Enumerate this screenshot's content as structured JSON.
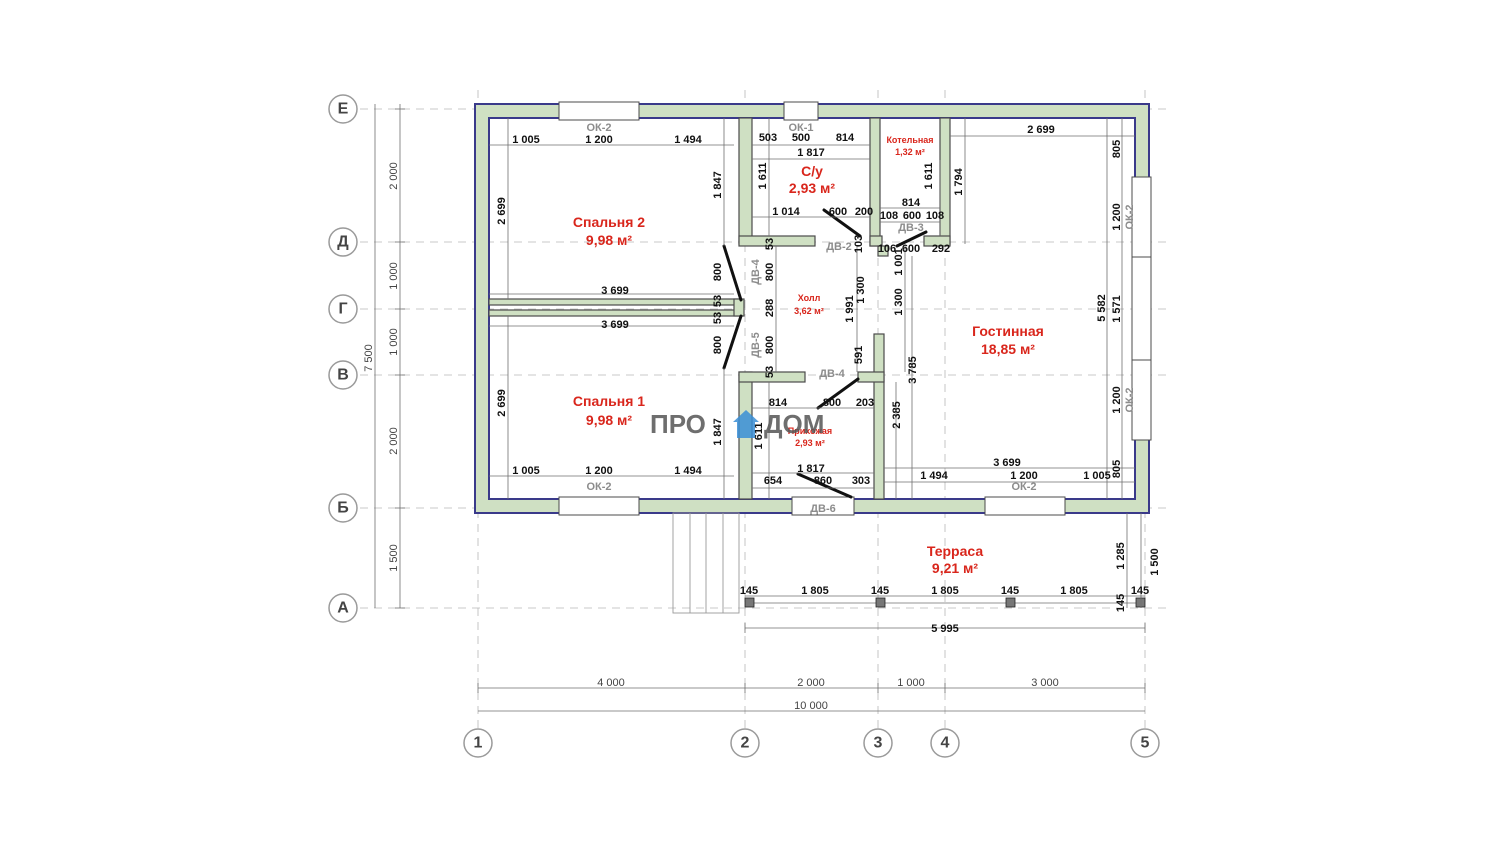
{
  "axes": {
    "rows": [
      "Е",
      "Д",
      "Г",
      "В",
      "Б",
      "А"
    ],
    "cols": [
      "1",
      "2",
      "3",
      "4",
      "5"
    ]
  },
  "rooms": {
    "bedroom2": {
      "name": "Спальня 2",
      "area": "9,98 м²"
    },
    "bedroom1": {
      "name": "Спальня 1",
      "area": "9,98 м²"
    },
    "bathroom_top": {
      "name": "С/у",
      "area": "2,93 м²"
    },
    "boiler": {
      "name": "Котельная",
      "area": "1,32 м²"
    },
    "hall": {
      "name": "Холл",
      "area": "3,62 м²"
    },
    "bathroom_bottom": {
      "name": "Прихожая",
      "area": "2,93 м²"
    },
    "living": {
      "name": "Гостинная",
      "area": "18,85 м²"
    },
    "terrace": {
      "name": "Терраса",
      "area": "9,21 м²"
    }
  },
  "openings": {
    "ok2_top_left": "ОК-2",
    "ok1_top": "ОК-1",
    "ok2_right_top": "ОК-2",
    "ok2_right_bottom": "ОК-2",
    "ok2_bottom_left": "ОК-2",
    "ok2_bottom_right": "ОК-2",
    "dv2": "ДВ-2",
    "dv3": "ДВ-3",
    "dv4_vert": "ДВ-4",
    "dv4_horiz": "ДВ-4",
    "dv5": "ДВ-5",
    "dv6": "ДВ-6"
  },
  "logo": {
    "left": "ПРО",
    "right": "ДОМ"
  },
  "dims": {
    "left_ext": [
      "2 000",
      "1 000",
      "1 000",
      "2 000",
      "1 500"
    ],
    "left_total": "7 500",
    "bottom_ext": [
      "4 000",
      "2 000",
      "1 000",
      "3 000"
    ],
    "bottom_total": "10 000",
    "br2_top": [
      "1 005",
      "1 200",
      "1 494"
    ],
    "br1_bottom": [
      "1 005",
      "1 200",
      "1 494"
    ],
    "br_mid": [
      "3 699",
      "3 699"
    ],
    "br2_side": "2 699",
    "br1_side": "2 699",
    "br2_right": "1 847",
    "br1_right": "1 847",
    "door_left_top": [
      "800",
      "53",
      "53"
    ],
    "door_left_bot": [
      "800",
      "53"
    ],
    "hall_left": [
      "800",
      "288",
      "800",
      "53"
    ],
    "bath_top": [
      "503",
      "500",
      "814"
    ],
    "bath_top_w": "1 817",
    "bath_top_h": "1 611",
    "bath_top_bottom": [
      "1 014",
      "600",
      "200"
    ],
    "boiler": [
      "814",
      "1 611"
    ],
    "boiler_bottom": [
      "108",
      "600",
      "108"
    ],
    "dv_small": [
      "106",
      "600",
      "292"
    ],
    "hall_vert": [
      "103",
      "1 991",
      "1 300",
      "591"
    ],
    "hall_vert2": [
      "1 001",
      "1 300",
      "3 785"
    ],
    "hall_bottom": [
      "814",
      "800",
      "203"
    ],
    "bath_bot": [
      "1 611",
      "1 817"
    ],
    "bath_bot_bottom": [
      "654",
      "860",
      "303"
    ],
    "living_top": "2 699",
    "living_right": [
      "805",
      "1 200",
      "1 571",
      "1 200",
      "805"
    ],
    "living_total": "5 582",
    "living_h": "1 794",
    "living_vert": "2 385",
    "living_bottom": [
      "1 494",
      "3 699",
      "1 200",
      "1 005"
    ],
    "terrace": [
      "145",
      "1 805",
      "145",
      "1 805",
      "145",
      "1 805",
      "145"
    ],
    "terrace_total": "5 995",
    "terrace_right": [
      "1 285",
      "1 500",
      "145"
    ]
  }
}
